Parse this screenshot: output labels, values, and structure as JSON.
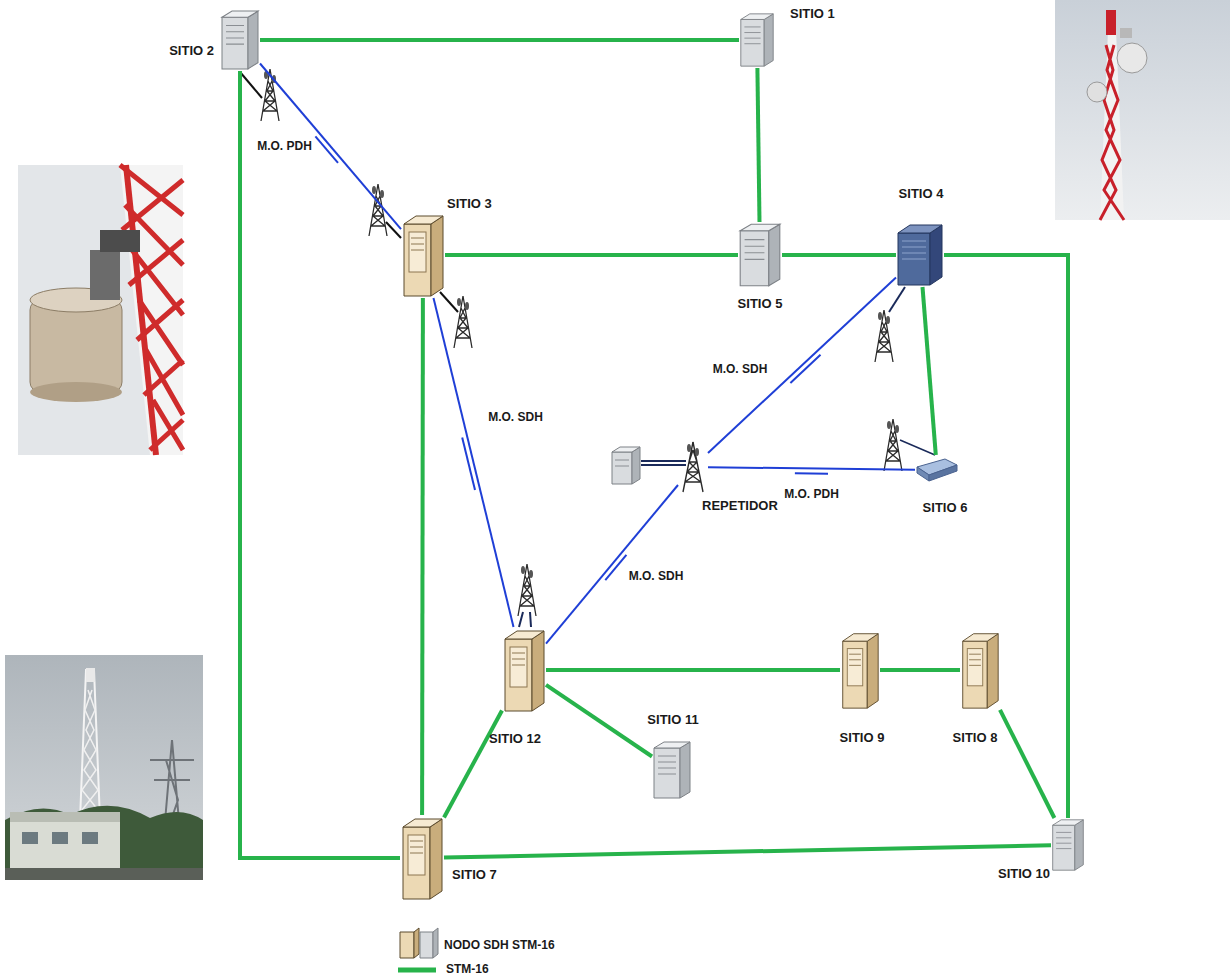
{
  "diagram": {
    "nodes": [
      {
        "text": [
          "SITIO 2"
        ]
      },
      {
        "text": [
          "SITIO 1"
        ]
      },
      {
        "text": [
          "SITIO 3"
        ]
      },
      {
        "text": [
          "SITIO 4"
        ]
      },
      {
        "text": [
          "SITIO 5"
        ]
      },
      {
        "text": [
          "REPETIDOR"
        ]
      },
      {
        "text": [
          "SITIO 6"
        ]
      },
      {
        "text": [
          "SITIO 12"
        ]
      },
      {
        "text": [
          "SITIO 11"
        ]
      },
      {
        "text": [
          "SITIO 9"
        ]
      },
      {
        "text": [
          "SITIO 8"
        ]
      },
      {
        "text": [
          "SITIO 7"
        ]
      },
      {
        "text": [
          "SITIO 10"
        ]
      }
    ],
    "edges": [
      {
        "from": 0,
        "to": 1,
        "arrow": "none"
      },
      {
        "from": 1,
        "to": 4,
        "arrow": "none"
      },
      {
        "from": 2,
        "to": 4,
        "arrow": "none"
      },
      {
        "from": 4,
        "to": 3,
        "arrow": "none"
      },
      {
        "from": 3,
        "to": 12,
        "arrow": "none"
      },
      {
        "from": 3,
        "to": 6,
        "arrow": "none"
      },
      {
        "from": 0,
        "to": 11,
        "arrow": "none"
      },
      {
        "from": 2,
        "to": 11,
        "arrow": "none"
      },
      {
        "from": 11,
        "to": 7,
        "arrow": "none"
      },
      {
        "from": 11,
        "to": 12,
        "arrow": "none"
      },
      {
        "from": 7,
        "to": 9,
        "arrow": "none"
      },
      {
        "from": 9,
        "to": 10,
        "arrow": "none"
      },
      {
        "from": 10,
        "to": 12,
        "arrow": "none"
      },
      {
        "from": 7,
        "to": 8,
        "arrow": "none"
      },
      {
        "from": 0,
        "to": 2,
        "label": "M.O. PDH",
        "arrow": "none"
      },
      {
        "from": 2,
        "to": 7,
        "label": "M.O. SDH",
        "arrow": "none"
      },
      {
        "from": 5,
        "to": 3,
        "label": "M.O. SDH",
        "arrow": "none"
      },
      {
        "from": 5,
        "to": 6,
        "label": "M.O. PDH",
        "arrow": "none"
      },
      {
        "from": 7,
        "to": 5,
        "label": "M.O. SDH",
        "arrow": "none"
      }
    ],
    "legend": [
      {
        "text": "NODO SDH STM-16"
      },
      {
        "text": "STM-16"
      }
    ]
  }
}
